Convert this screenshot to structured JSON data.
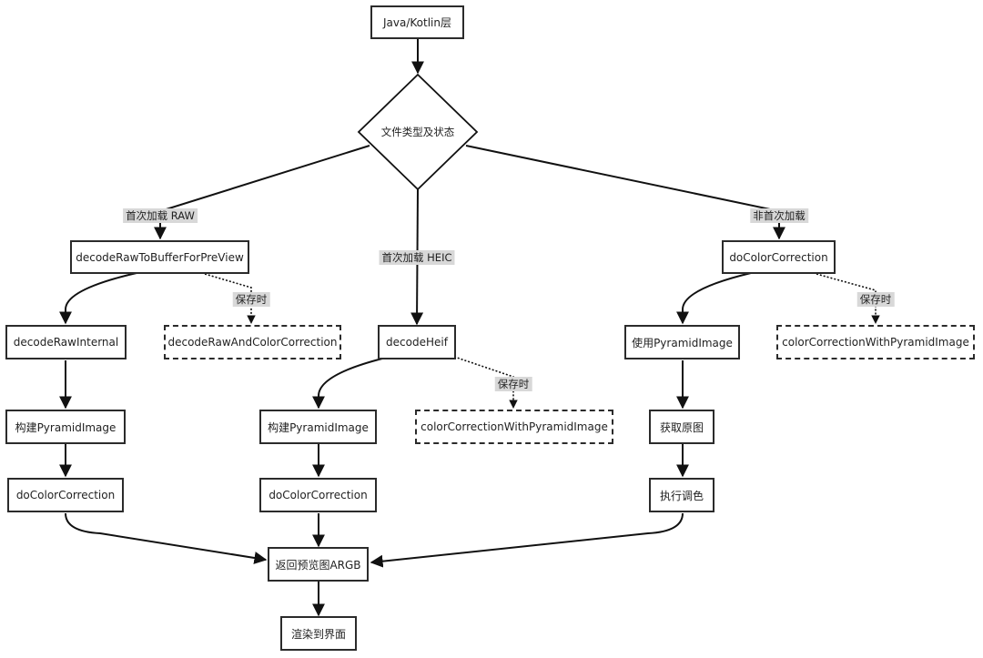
{
  "nodes": {
    "java_layer": "Java/Kotlin层",
    "decision": "文件类型及状态",
    "decode_raw_preview": "decodeRawToBufferForPreView",
    "decode_raw_internal": "decodeRawInternal",
    "decode_raw_color": "decodeRawAndColorCorrection",
    "raw_build_pyramid": "构建PyramidImage",
    "raw_do_color": "doColorCorrection",
    "decode_heif": "decodeHeif",
    "heif_build_pyramid": "构建PyramidImage",
    "heif_do_color": "doColorCorrection",
    "heif_color_pyramid": "colorCorrectionWithPyramidImage",
    "do_color_correction": "doColorCorrection",
    "use_pyramid": "使用PyramidImage",
    "color_pyramid": "colorCorrectionWithPyramidImage",
    "get_original": "获取原图",
    "run_grading": "执行调色",
    "return_preview": "返回预览图ARGB",
    "render_ui": "渲染到界面"
  },
  "edge_labels": {
    "first_raw": "首次加载 RAW",
    "first_heic": "首次加载 HEIC",
    "not_first": "非首次加载",
    "save_raw": "保存时",
    "save_heif": "保存时",
    "save_other": "保存时"
  }
}
